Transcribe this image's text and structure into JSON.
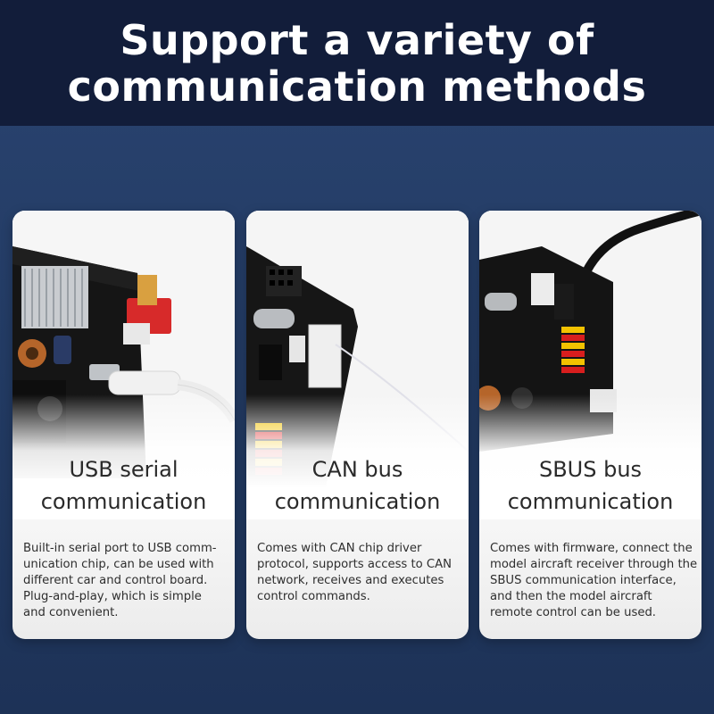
{
  "header": {
    "title_line1": "Support a variety of",
    "title_line2": "communication methods"
  },
  "cards": [
    {
      "caption_line1": "USB serial",
      "caption_line2": "communication",
      "description_lines": [
        "Built-in serial port to USB comm-",
        "unication chip, can be used with",
        "different car and control board.",
        "Plug-and-play, which is simple",
        "and convenient."
      ]
    },
    {
      "caption_line1": "CAN bus",
      "caption_line2": "communication",
      "description_lines": [
        "Comes with CAN chip driver",
        "protocol, supports access to CAN",
        "network, receives and executes",
        "control commands."
      ]
    },
    {
      "caption_line1": "SBUS bus",
      "caption_line2": "communication",
      "description_lines": [
        "Comes with firmware, connect the",
        "model aircraft receiver through the",
        "SBUS communication interface,",
        "and then the model aircraft",
        "remote control can be used."
      ]
    }
  ],
  "colors": {
    "header_bg": "#121d3a",
    "page_bg": "#223a62",
    "card_bg": "#ffffff",
    "pcb": "#141414",
    "pin_yellow": "#f2c200",
    "pin_red": "#d81e1e"
  }
}
